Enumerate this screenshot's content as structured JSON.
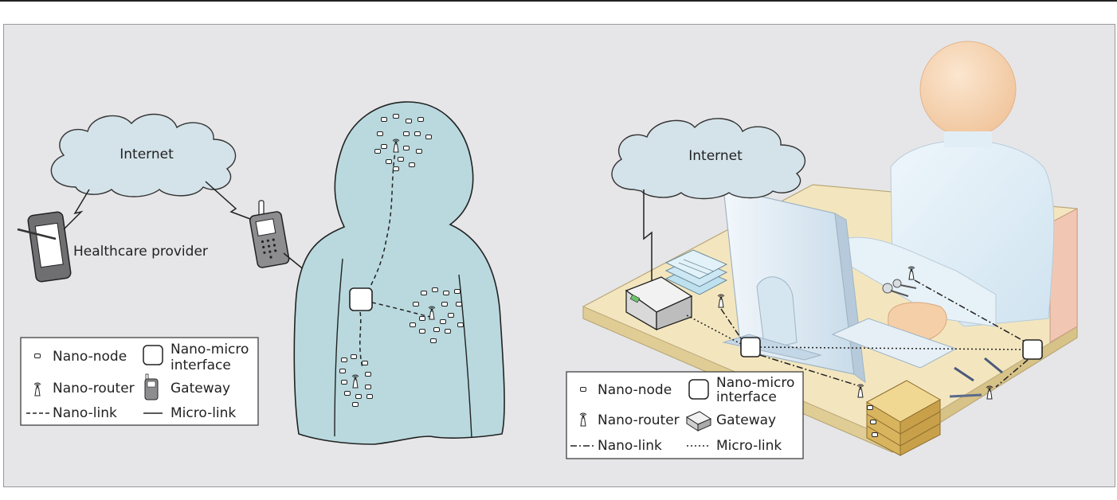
{
  "left_panel": {
    "internet_label": "Internet",
    "healthcare_label": "Healthcare provider",
    "legend": {
      "nano_node": "Nano-node",
      "nano_micro_interface_line1": "Nano-micro",
      "nano_micro_interface_line2": "interface",
      "nano_router": "Nano-router",
      "gateway": "Gateway",
      "nano_link": "Nano-link",
      "micro_link": "Micro-link"
    }
  },
  "right_panel": {
    "internet_label": "Internet",
    "legend": {
      "nano_node": "Nano-node",
      "nano_micro_interface_line1": "Nano-micro",
      "nano_micro_interface_line2": "interface",
      "nano_router": "Nano-router",
      "gateway": "Gateway",
      "nano_link": "Nano-link",
      "micro_link": "Micro-link"
    }
  },
  "colors": {
    "body_fill": "#b9d9de",
    "cloud_fill": "#d4e3ea",
    "desk_fill": "#f3e6bf",
    "person_fill": "#dfeef7",
    "head_fill": "#f7d6b4",
    "book_fill": "#e9c97a"
  }
}
